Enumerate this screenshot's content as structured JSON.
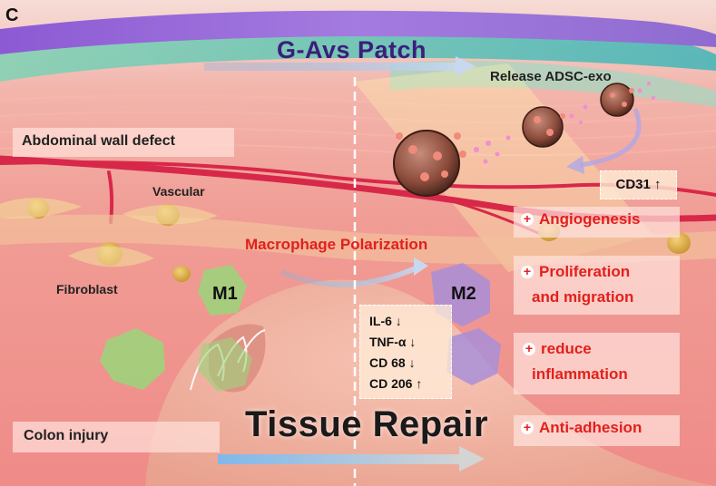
{
  "panel_label": "C",
  "patch_title": "G-Avs Patch",
  "release_label": "Release ADSC-exo",
  "abdominal_label": "Abdominal wall defect",
  "vascular_label": "Vascular",
  "fibroblast_label": "Fibroblast",
  "macrophage_label": "Macrophage Polarization",
  "m1_label": "M1",
  "m2_label": "M2",
  "colon_label": "Colon injury",
  "tissue_repair_label": "Tissue Repair",
  "markers": [
    {
      "name": "IL-6",
      "arrow": "↓"
    },
    {
      "name": "TNF-α",
      "arrow": "↓"
    },
    {
      "name": "CD 68",
      "arrow": "↓"
    },
    {
      "name": "CD 206",
      "arrow": "↑"
    }
  ],
  "cd31": {
    "name": "CD31",
    "arrow": "↑"
  },
  "effects": {
    "plus_symbol": "+",
    "angiogenesis": "Angiogenesis",
    "prolif_line1": "Proliferation",
    "prolif_line2": "and migration",
    "reduce_line1": "reduce",
    "reduce_line2": "inflammation",
    "anti_adhesion": "Anti-adhesion"
  },
  "colors": {
    "effect_red": "#e2201c",
    "patch_purple": "#7b4fc4",
    "patch_teal": "#4fbfb3",
    "vessel_red": "#d8284a",
    "m1_green": "#9bd67a",
    "m2_purple": "#a98fd8",
    "exosome_brown": "#8a4a3a"
  }
}
